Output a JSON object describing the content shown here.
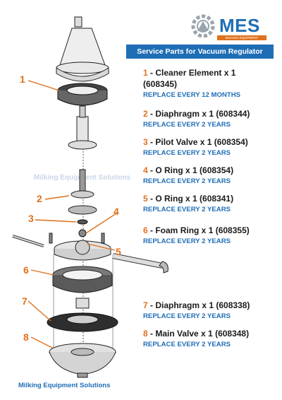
{
  "brand": {
    "logo_text": "MES",
    "logo_sub": "MILKING EQUIPMENT SOLUTIONS",
    "banner": "Service Parts for Vacuum Regulator",
    "watermark": "Milking Equipment Solutions",
    "footer": "Milking Equipment Solutions",
    "colors": {
      "blue": "#1e6db5",
      "orange": "#e0701c"
    }
  },
  "callouts": [
    "1",
    "2",
    "3",
    "4",
    "5",
    "6",
    "7",
    "8"
  ],
  "parts": [
    {
      "num": "1",
      "name": " - Cleaner Element x 1",
      "code": "(608345)",
      "replace": "REPLACE EVERY 12 MONTHS"
    },
    {
      "num": "2",
      "name": " - Diaphragm x 1  (608344)",
      "code": "",
      "replace": "REPLACE EVERY 2 YEARS"
    },
    {
      "num": "3",
      "name": " - Pilot Valve x 1  (608354)",
      "code": "",
      "replace": "REPLACE EVERY 2 YEARS"
    },
    {
      "num": "4",
      "name": " - O Ring x 1  (608354)",
      "code": "",
      "replace": "REPLACE EVERY 2 YEARS"
    },
    {
      "num": "5",
      "name": " - O Ring x 1  (608341)",
      "code": "",
      "replace": "REPLACE EVERY 2 YEARS"
    },
    {
      "num": "6",
      "name": " - Foam Ring x 1  (608355)",
      "code": "",
      "replace": "REPLACE EVERY 2 YEARS"
    },
    {
      "num": "7",
      "name": " - Diaphragm x 1  (608338)",
      "code": "",
      "replace": "REPLACE EVERY 2 YEARS"
    },
    {
      "num": "8",
      "name": " - Main Valve x 1  (608348)",
      "code": "",
      "replace": "REPLACE EVERY 2 YEARS"
    }
  ]
}
